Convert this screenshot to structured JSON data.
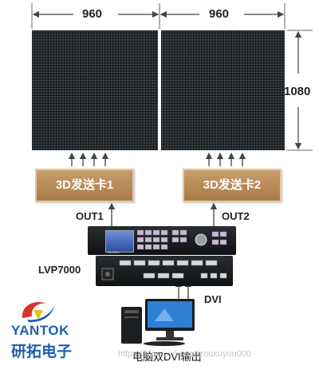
{
  "dimensions": {
    "width_left": "960",
    "width_right": "960",
    "height": "1080"
  },
  "cards": [
    {
      "label": "3D发送卡1"
    },
    {
      "label": "3D发送卡2"
    }
  ],
  "outputs": {
    "out1": "OUT1",
    "out2": "OUT2"
  },
  "device": {
    "model": "LVP7000",
    "brand": "VDWALL"
  },
  "dvi_label": "DVI",
  "pc_caption": "电脑双DVI输出",
  "logo": {
    "name": "YANTOK",
    "chinese": "研拓电子"
  },
  "watermark": "https://blog.csdn.net/zouxuyou000",
  "colors": {
    "card": "#b88a58",
    "panel": "#15191c",
    "logo_blue": "#1f5fb0",
    "logo_red": "#d8342b"
  }
}
